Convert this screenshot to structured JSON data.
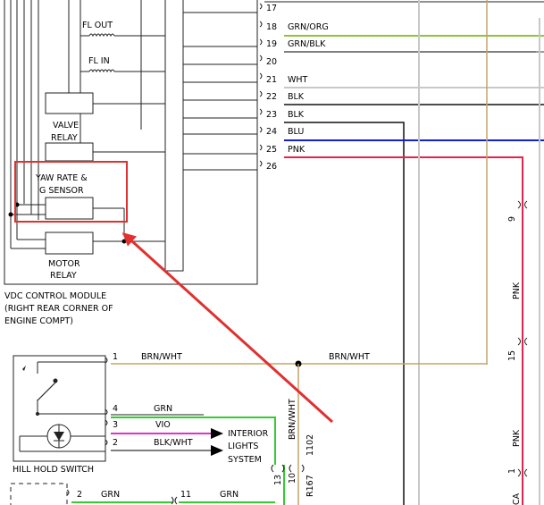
{
  "module": {
    "sub_labels": [
      "FL OUT",
      "FL IN"
    ],
    "valve_relay": [
      "VALVE",
      "RELAY"
    ],
    "yaw_sensor": [
      "YAW RATE &",
      "G SENSOR"
    ],
    "motor_relay": [
      "MOTOR",
      "RELAY"
    ],
    "caption": [
      "VDC CONTROL MODULE",
      "(RIGHT REAR CORNER OF",
      "ENGINE COMPT)"
    ]
  },
  "connector_pins": [
    {
      "pin": "17",
      "wire": ""
    },
    {
      "pin": "18",
      "wire": "GRN/ORG"
    },
    {
      "pin": "19",
      "wire": "GRN/BLK"
    },
    {
      "pin": "20",
      "wire": ""
    },
    {
      "pin": "21",
      "wire": "WHT"
    },
    {
      "pin": "22",
      "wire": "BLK"
    },
    {
      "pin": "23",
      "wire": "BLK"
    },
    {
      "pin": "24",
      "wire": "BLU"
    },
    {
      "pin": "25",
      "wire": "PNK"
    },
    {
      "pin": "26",
      "wire": ""
    }
  ],
  "right_connectors": {
    "pin_9": "9",
    "pin_15": "15",
    "pin_1": "1",
    "pnk_upper": "PNK",
    "pnk_lower": "PNK",
    "partial_label": "CA"
  },
  "hill_hold": {
    "title": "HILL HOLD SWITCH",
    "pins": [
      {
        "pin": "1",
        "wire": "BRN/WHT"
      },
      {
        "pin": "4",
        "wire": "GRN"
      },
      {
        "pin": "3",
        "wire": "VIO"
      },
      {
        "pin": "2",
        "wire": "BLK/WHT"
      }
    ],
    "splice_wire": "BRN/WHT",
    "interior_lights": [
      "INTERIOR",
      "LIGHTS",
      "SYSTEM"
    ]
  },
  "vertical_connectors": {
    "wire": "BRN/WHT",
    "c13": "13",
    "c10": "10",
    "c1102": "1102",
    "r167": "R167"
  },
  "bottom_row": {
    "pin_2": "2",
    "wire_left": "GRN",
    "pin_11": "11",
    "wire_right": "GRN"
  },
  "colors": {
    "grn_org": "#8fc23d",
    "green": "#33cc33",
    "white_wire": "#c8c8c8",
    "black_wire": "#111111",
    "blue": "#1122cc",
    "pink": "#e8224f",
    "brn_wht": "#c4a56a",
    "violet": "#dd33cc",
    "highlight_red": "#e03030"
  }
}
